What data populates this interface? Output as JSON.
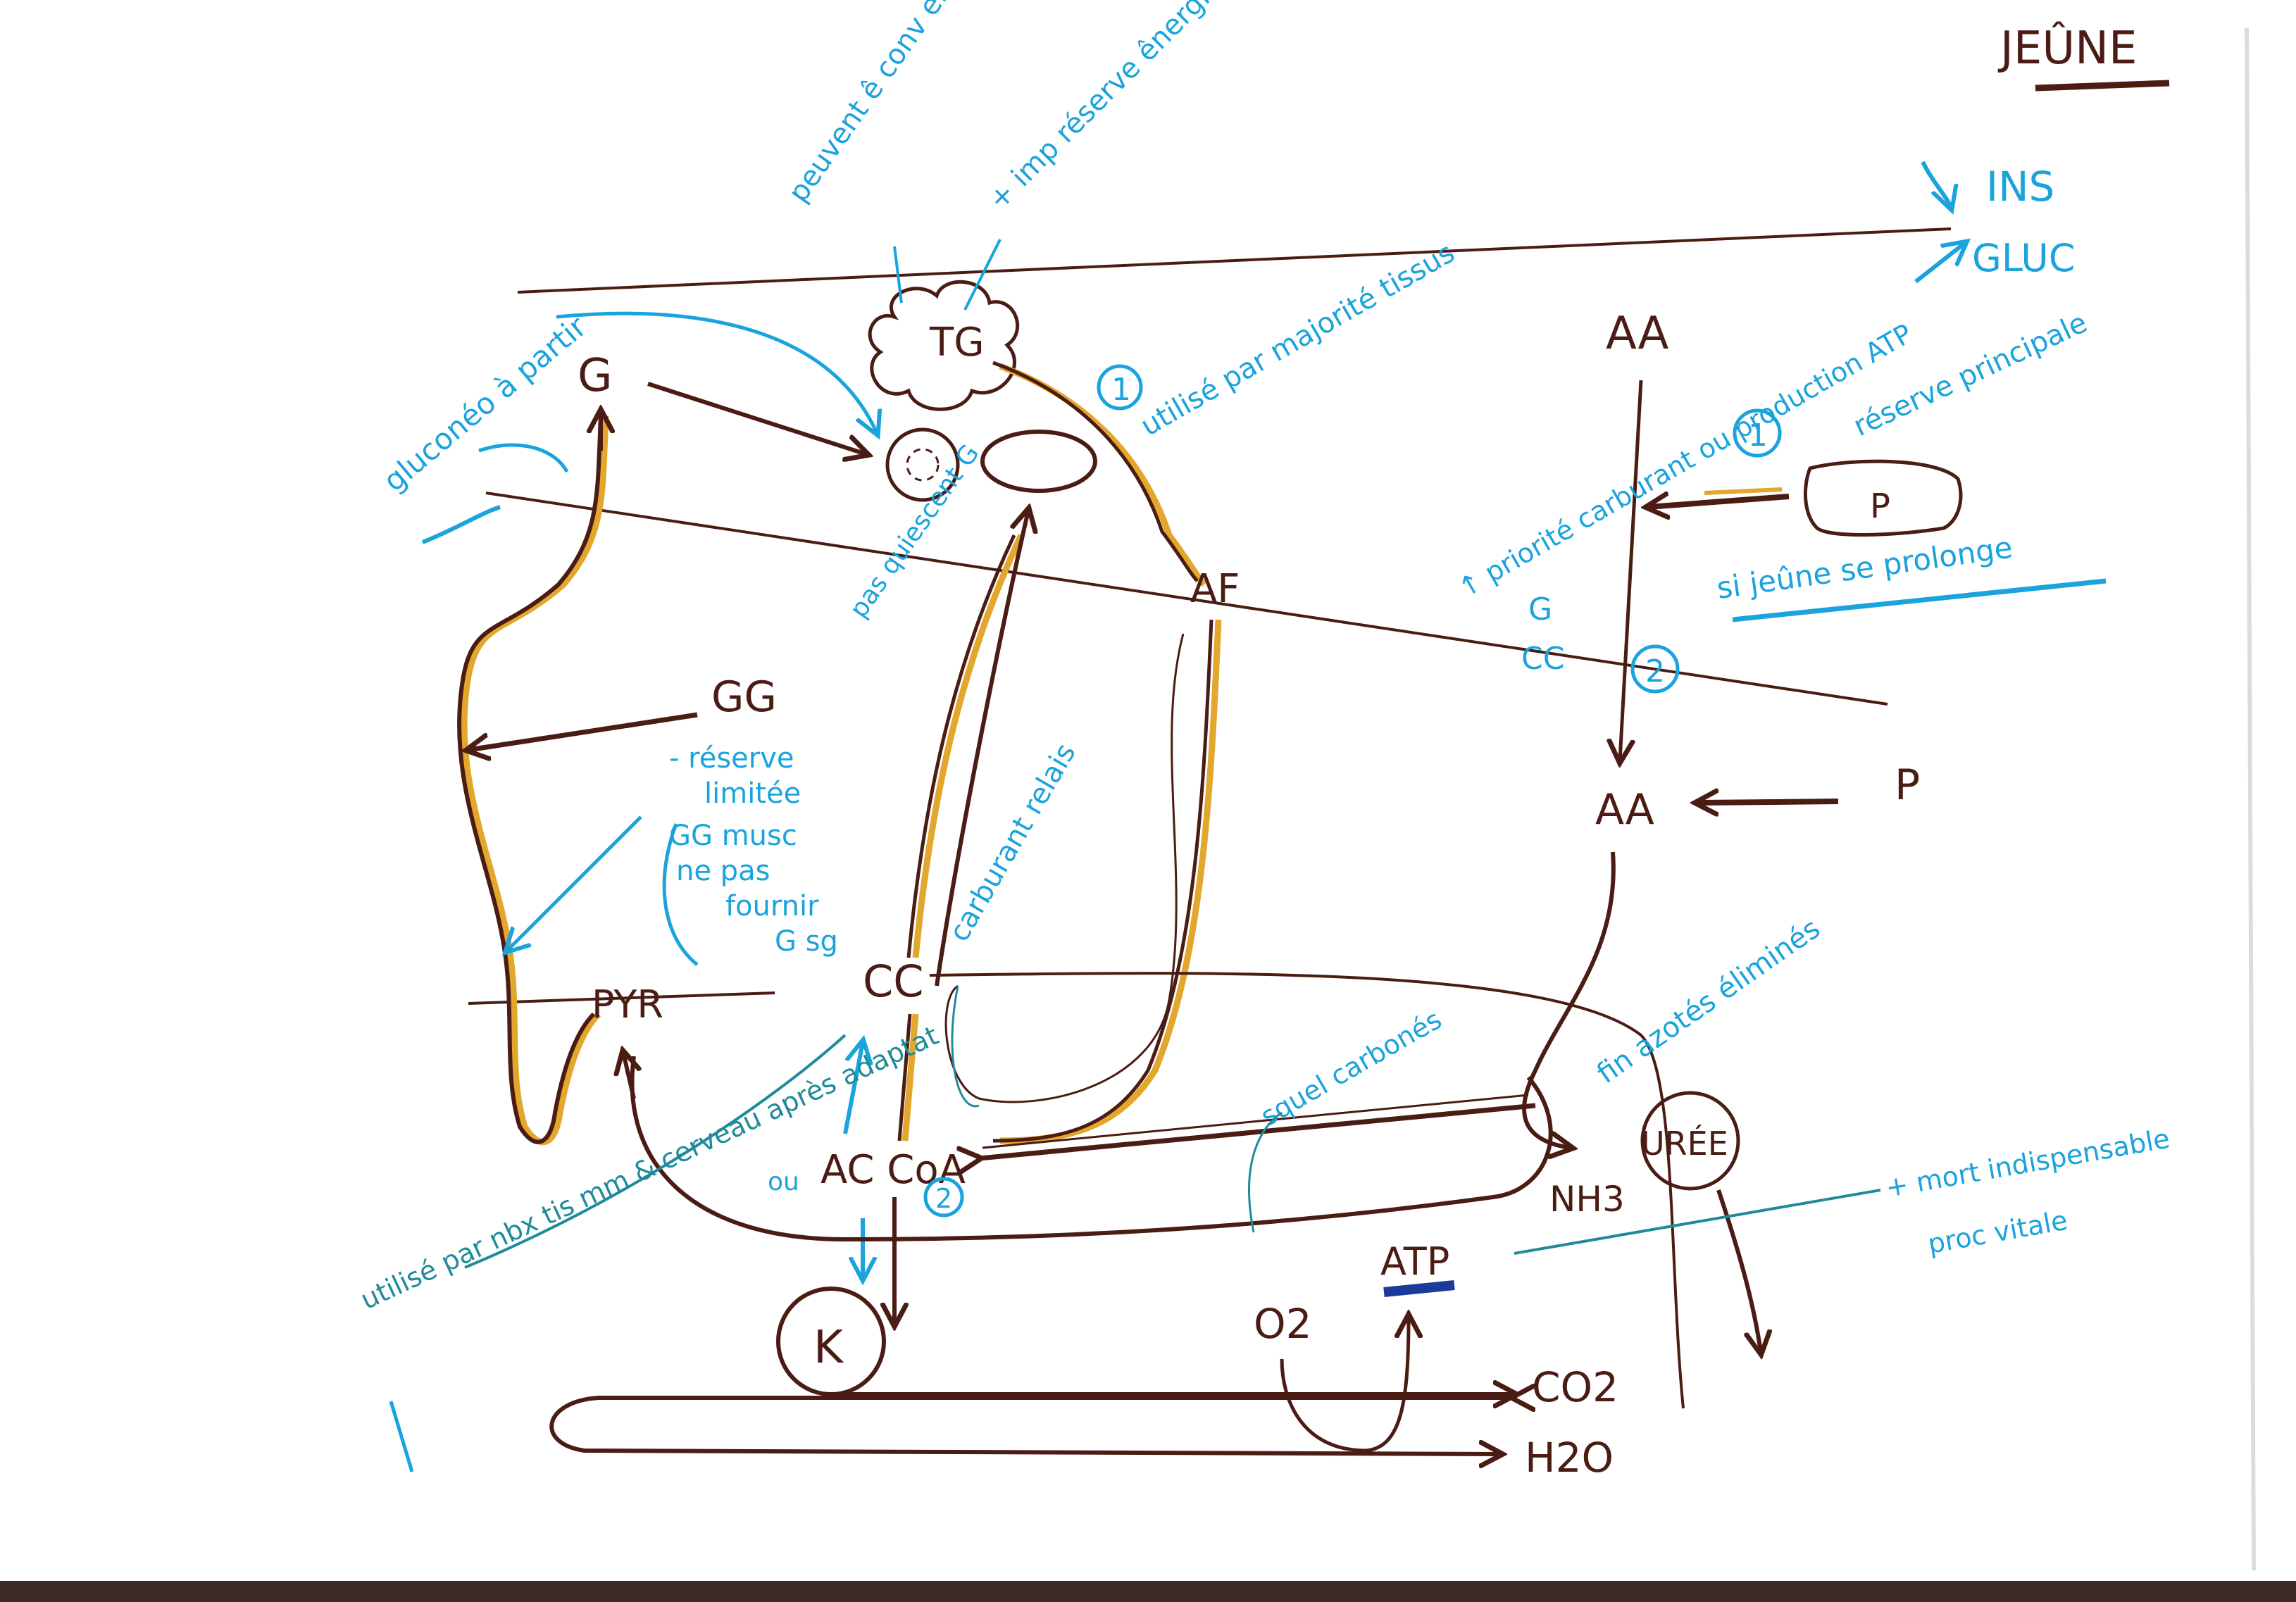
{
  "title": "JEÛNE",
  "hormones": {
    "ins": "INS",
    "glu": "GLUC"
  },
  "metabolites": {
    "tg": "TG",
    "g": "G",
    "af": "AF",
    "gg": "GG",
    "pyr": "PYR",
    "cc": "CC",
    "accoa": "AC CoA",
    "k": "K",
    "aa_top": "AA",
    "aa_mid": "AA",
    "p_storage": "P",
    "p_mid": "P",
    "uree": "URÉE",
    "nh3": "NH3",
    "o2": "O2",
    "atp": "ATP",
    "co2": "CO2",
    "h2o": "H2O"
  },
  "notes": {
    "adipose": "peuvent ê conv en G",
    "tg_stock": "+ imp réserve ênergie organisme",
    "af_use": "utilisé par majorité tissus",
    "gluconeo": "gluconéo à partir",
    "gg_1": "- réserve",
    "gg_2": "limitée",
    "gg_3": "GG musc",
    "gg_4": "ne pas",
    "gg_5": "fournir",
    "gg_6": "G sg",
    "g_ext": "pas quiescent G",
    "cc_note": "carburant relais",
    "brain": "utilisé par nbx tis mm & cerveau après adaptat",
    "aa_priority": "↑ priorité carburant ou production ATP",
    "aa_g": "G",
    "aa_cc": "CC",
    "res_princ": "réserve principale",
    "jeune_prol": "si jeûne se prolonge",
    "azote": "fin azotés éliminés",
    "squel": "squel carbonés",
    "ou": "ou",
    "mort": "+ mort indispensable",
    "fonction": "proc vitale"
  },
  "markers": {
    "one_a": "1",
    "one_b": "1",
    "two_a": "2",
    "two_b": "2"
  }
}
